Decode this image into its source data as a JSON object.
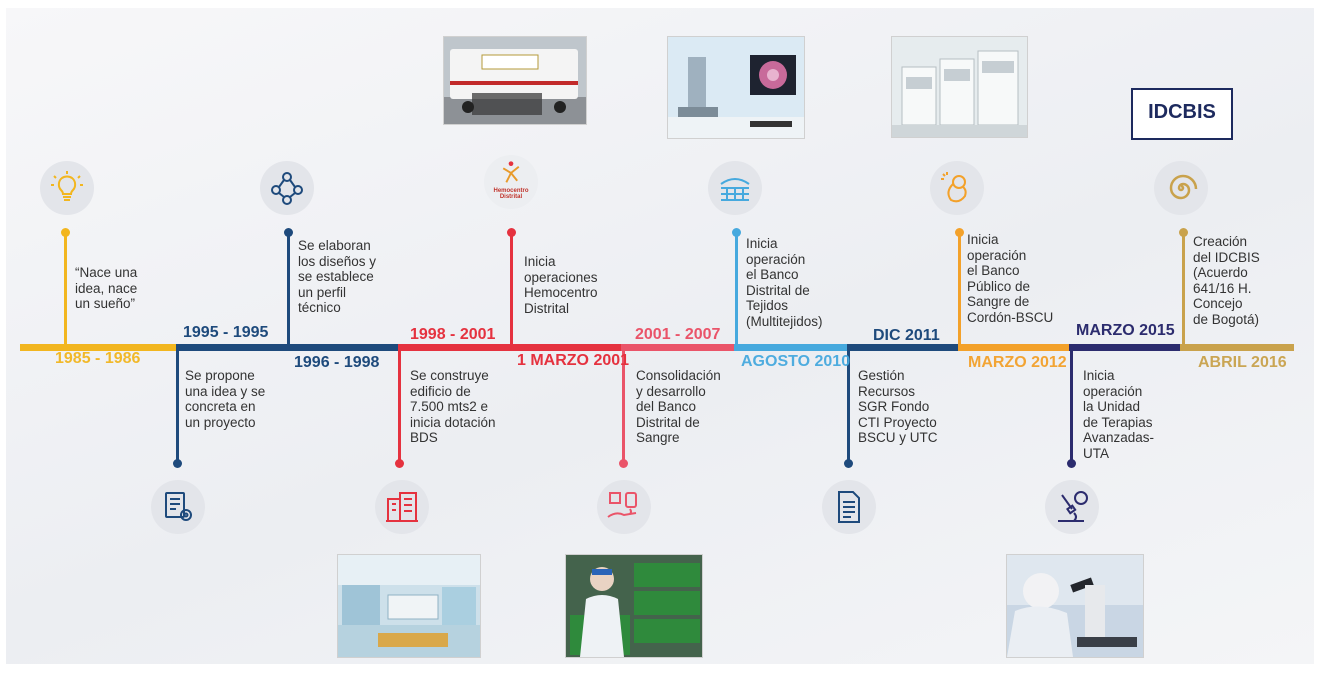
{
  "colors": {
    "yellow": "#f2b61f",
    "navy": "#1e4a7c",
    "red": "#e5323f",
    "pink": "#ea5469",
    "lightblue": "#46a9de",
    "orange": "#f3a12a",
    "indigo": "#2c2c6e",
    "gold": "#c9a24c"
  },
  "timeline": [
    {
      "date": "1985 - 1986",
      "text": "“Nace una\nidea, nace\nun sueño”",
      "icon": "lightbulb-icon"
    },
    {
      "date": "1995 - 1995",
      "text": "Se propone\nuna idea y se\nconcreta en\nun proyecto",
      "icon": "document-gear-icon"
    },
    {
      "date": "1996 - 1998",
      "text": "Se elaboran\nlos diseños y\nse establece\nun perfil\ntécnico",
      "icon": "team-network-icon"
    },
    {
      "date": "1998 - 2001",
      "text": "Se construye\nedificio de\n7.500 mts2 e\ninicia dotación\nBDS",
      "icon": "building-icon"
    },
    {
      "date": "1 MARZO 2001",
      "text": "Inicia\noperaciones\nHemocentro\nDistrital",
      "icon": "hemocentro-logo-icon",
      "icon_text": "Hemocentro Distrital"
    },
    {
      "date": "2001 - 2007",
      "text": "Consolidación\ny desarrollo\ndel Banco\nDistrital de\nSangre",
      "icon": "blood-donation-icon"
    },
    {
      "date": "AGOSTO 2010",
      "text": "Inicia\noperación\nel Banco\nDistrital de\nTejidos\n(Multitejidos)",
      "icon": "skin-tissue-icon"
    },
    {
      "date": "DIC 2011",
      "text": "Gestión\nRecursos\nSGR Fondo\nCTI Proyecto\nBSCU y UTC",
      "icon": "document-list-icon"
    },
    {
      "date": "MARZO 2012",
      "text": "Inicia\noperación\nel Banco\nPúblico de\nSangre de\nCordón-BSCU",
      "icon": "fetus-icon"
    },
    {
      "date": "MARZO 2015",
      "text": "Inicia\noperación\nla Unidad\nde Terapias\nAvanzadas-\nUTA",
      "icon": "microscope-icon"
    },
    {
      "date": "ABRIL 2016",
      "text": "Creación\ndel IDCBIS\n(Acuerdo\n641/16 H.\nConcejo\nde Bogotá)",
      "icon": "spiral-icon"
    }
  ],
  "logo": {
    "text": "IDCBIS"
  }
}
